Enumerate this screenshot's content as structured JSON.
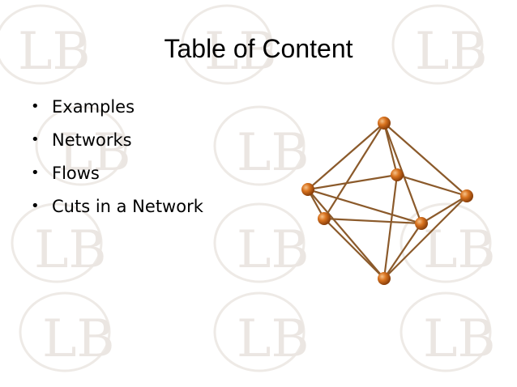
{
  "slide": {
    "title": "Table of Content",
    "bullet_glyph": "•",
    "items": [
      {
        "label": "Examples"
      },
      {
        "label": "Networks"
      },
      {
        "label": "Flows"
      },
      {
        "label": "Cuts in a Network"
      }
    ]
  },
  "watermark": {
    "text": "LB",
    "icon": "lb-logo-watermark-icon"
  },
  "colors": {
    "background": "#ffffff",
    "title_text": "#000000",
    "body_text": "#000000",
    "edge": "#8b5a2b",
    "node": "#d2691e",
    "node_highlight": "#f4a460",
    "watermark": "#ebe6e2"
  },
  "illustration": {
    "icon": "octahedron-network-icon"
  }
}
